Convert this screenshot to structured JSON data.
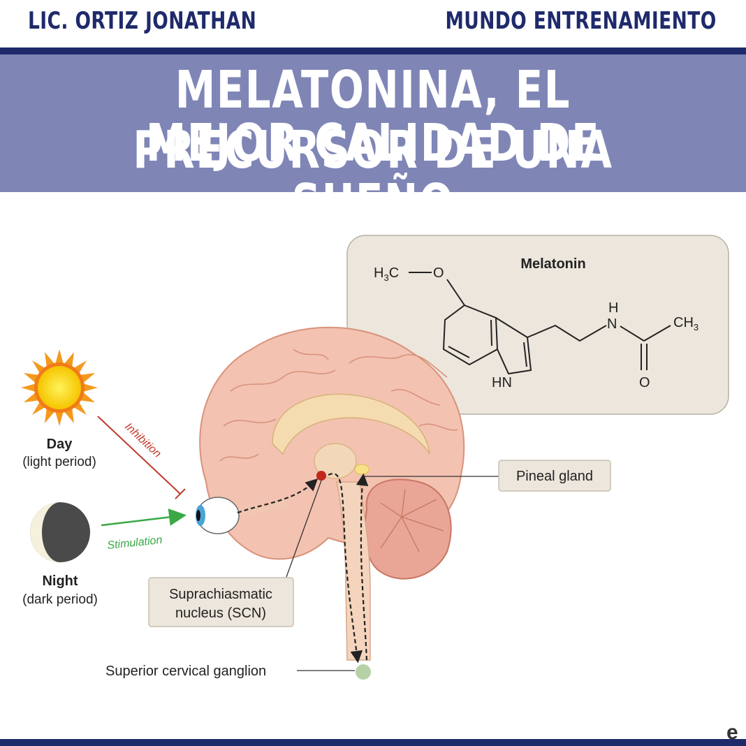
{
  "header": {
    "author": "LIC. ORTIZ JONATHAN",
    "brand": "MUNDO ENTRENAMIENTO"
  },
  "banner": {
    "title_line1": "MELATONINA, EL PRECURSOR DE UNA",
    "title_line2": "MEJOR CALIDAD DE SUEÑO"
  },
  "figure": {
    "molecule": {
      "name": "Melatonin",
      "h3c": "H",
      "h3c_sub": "3",
      "h3c_c": "C",
      "o_methoxy": "O",
      "h_amine": "H",
      "n_amine": "N",
      "ch3": "CH",
      "ch3_sub": "3",
      "o_carbonyl": "O",
      "hn_indole": "HN"
    },
    "day_label": "Day",
    "day_sub": "(light period)",
    "night_label": "Night",
    "night_sub": "(dark period)",
    "inhibition": "Inhibition",
    "stimulation": "Stimulation",
    "pineal_gland": "Pineal gland",
    "scn_line1": "Suprachiasmatic",
    "scn_line2": "nucleus (SCN)",
    "ganglion": "Superior cervical ganglion",
    "corner_mark": "e"
  },
  "colors": {
    "navy": "#1f2a6b",
    "banner": "#7f86b6",
    "inhibition": "#c0392b",
    "stimulation": "#3aa845"
  }
}
